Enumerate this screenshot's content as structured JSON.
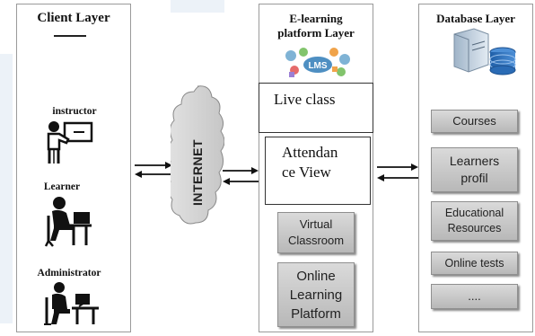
{
  "client_layer": {
    "title": "Client Layer",
    "roles": [
      {
        "label": "instructor",
        "icon": "instructor-icon"
      },
      {
        "label": "Learner",
        "icon": "learner-icon"
      },
      {
        "label": "Administrator",
        "icon": "administrator-icon"
      }
    ]
  },
  "network": {
    "label": "INTERNET",
    "icon": "cloud-icon"
  },
  "platform_layer": {
    "title_line1": "E-learning",
    "title_line2": "platform Layer",
    "logo_text": "LMS",
    "boxes": {
      "live_class": "Live class",
      "attendance_line1": "Attendan",
      "attendance_line2": "ce View",
      "virtual_classroom_line1": "Virtual",
      "virtual_classroom_line2": "Classroom",
      "online_platform_line1": "Online",
      "online_platform_line2": "Learning",
      "online_platform_line3": "Platform"
    }
  },
  "database_layer": {
    "title": "Database Layer",
    "icon": "database-server-icon",
    "items": {
      "courses": "Courses",
      "learners_line1": "Learners",
      "learners_line2": "profil",
      "resources_line1": "Educational",
      "resources_line2": "Resources",
      "tests": "Online tests",
      "more": "...."
    }
  },
  "colors": {
    "box_fill": "#c8c8c8",
    "cloud_fill": "#d4d4d4",
    "line": "#222222"
  }
}
